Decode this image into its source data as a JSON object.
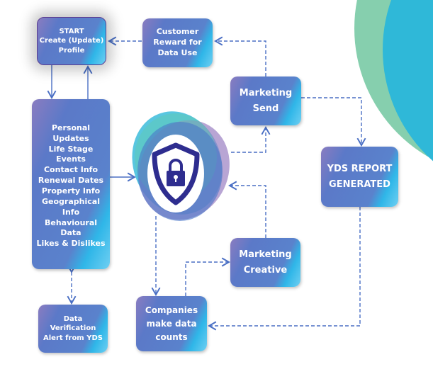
{
  "nodes": {
    "start": [
      "START",
      "Create (Update)",
      "Profile"
    ],
    "reward": [
      "Customer",
      "Reward for",
      "Data Use"
    ],
    "profile_data": [
      "Personal",
      "Updates",
      "Life Stage",
      "Events",
      "Contact Info",
      "Renewal Dates",
      "Property Info",
      "Geographical",
      "Info",
      "Behavioural",
      "Data",
      "Likes & Dislikes"
    ],
    "marketing_send": [
      "Marketing",
      "Send"
    ],
    "yds_report": [
      "YDS REPORT",
      "GENERATED"
    ],
    "marketing_creative": [
      "Marketing",
      "Creative"
    ],
    "companies": [
      "Companies",
      "make data",
      "counts"
    ],
    "verification": [
      "Data",
      "Verification",
      "Alert from YDS"
    ]
  },
  "center_icon": "shield-lock-icon",
  "colors": {
    "box": "#5a82cc",
    "accent": "#2fb6e8",
    "arrow": "#4a6fc4",
    "shield": "#2e2d8f",
    "teal": "#7fcfae"
  }
}
